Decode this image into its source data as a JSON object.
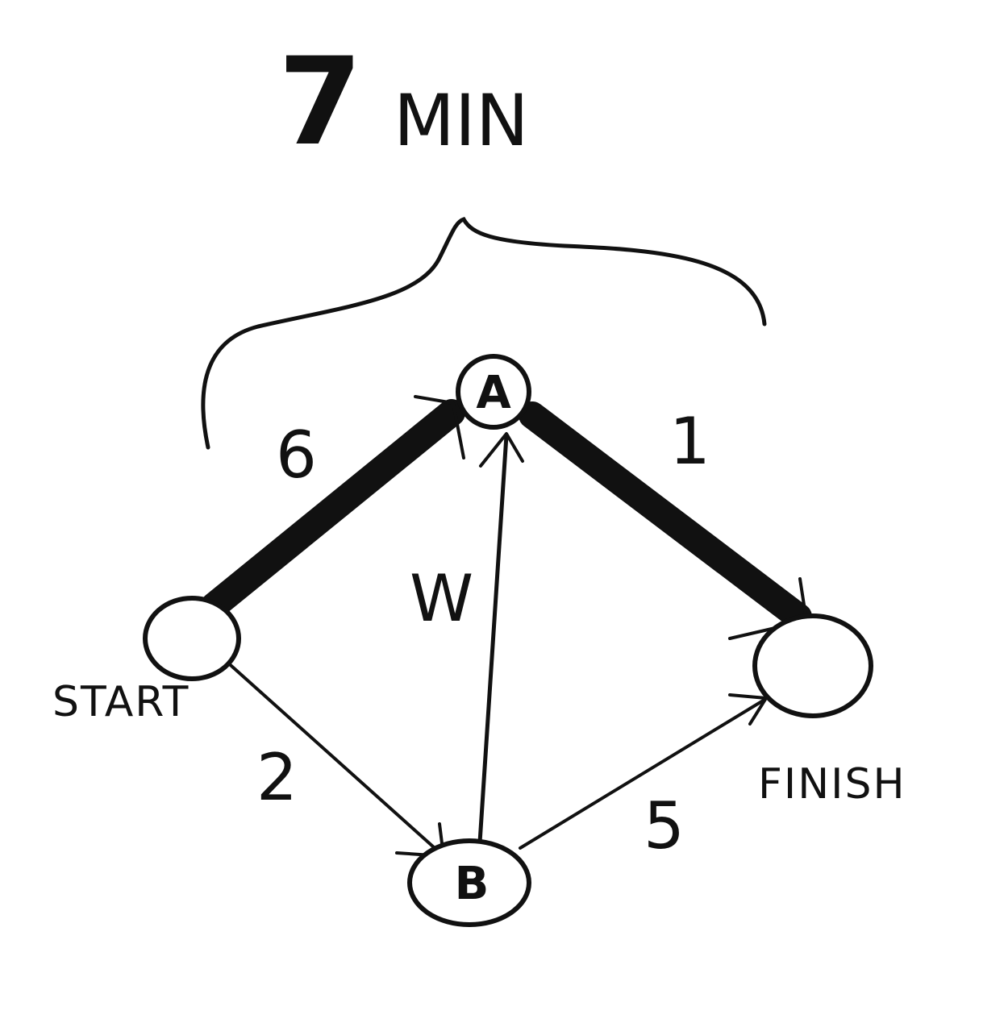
{
  "total": {
    "number": "7",
    "unit": "MIN"
  },
  "nodes": {
    "start": {
      "label": "",
      "caption": "START"
    },
    "a": {
      "label": "A",
      "caption": ""
    },
    "b": {
      "label": "B",
      "caption": ""
    },
    "finish": {
      "label": "",
      "caption": "FINISH"
    }
  },
  "edges": [
    {
      "from": "start",
      "to": "a",
      "weight": "6",
      "highlighted": true
    },
    {
      "from": "a",
      "to": "finish",
      "weight": "1",
      "highlighted": true
    },
    {
      "from": "start",
      "to": "b",
      "weight": "2",
      "highlighted": false
    },
    {
      "from": "b",
      "to": "a",
      "weight": "W",
      "highlighted": false
    },
    {
      "from": "b",
      "to": "finish",
      "weight": "5",
      "highlighted": false
    }
  ],
  "colors": {
    "ink": "#111111",
    "paper": "#ffffff"
  }
}
